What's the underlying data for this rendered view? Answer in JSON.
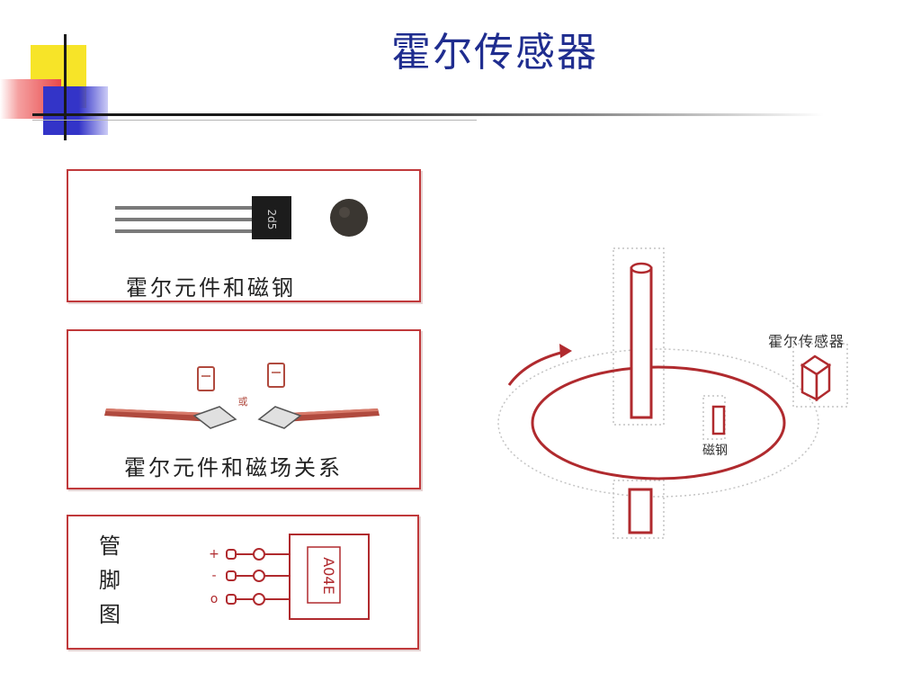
{
  "title": "霍尔传感器",
  "panels": {
    "components_caption": "霍尔元件和磁钢",
    "chip_marking": "2d5",
    "relation_caption": "霍尔元件和磁场关系",
    "relation_or": "或",
    "pinout_label": "管脚图",
    "pin_symbols": [
      "+",
      "-",
      "o"
    ],
    "pinout_marking": "A04E"
  },
  "diagram": {
    "sensor_label": "霍尔传感器",
    "steel_label": "磁钢"
  },
  "colors": {
    "title": "#1f2d8f",
    "panel_border": "#c0393b",
    "diagram_red": "#b02a2e"
  }
}
